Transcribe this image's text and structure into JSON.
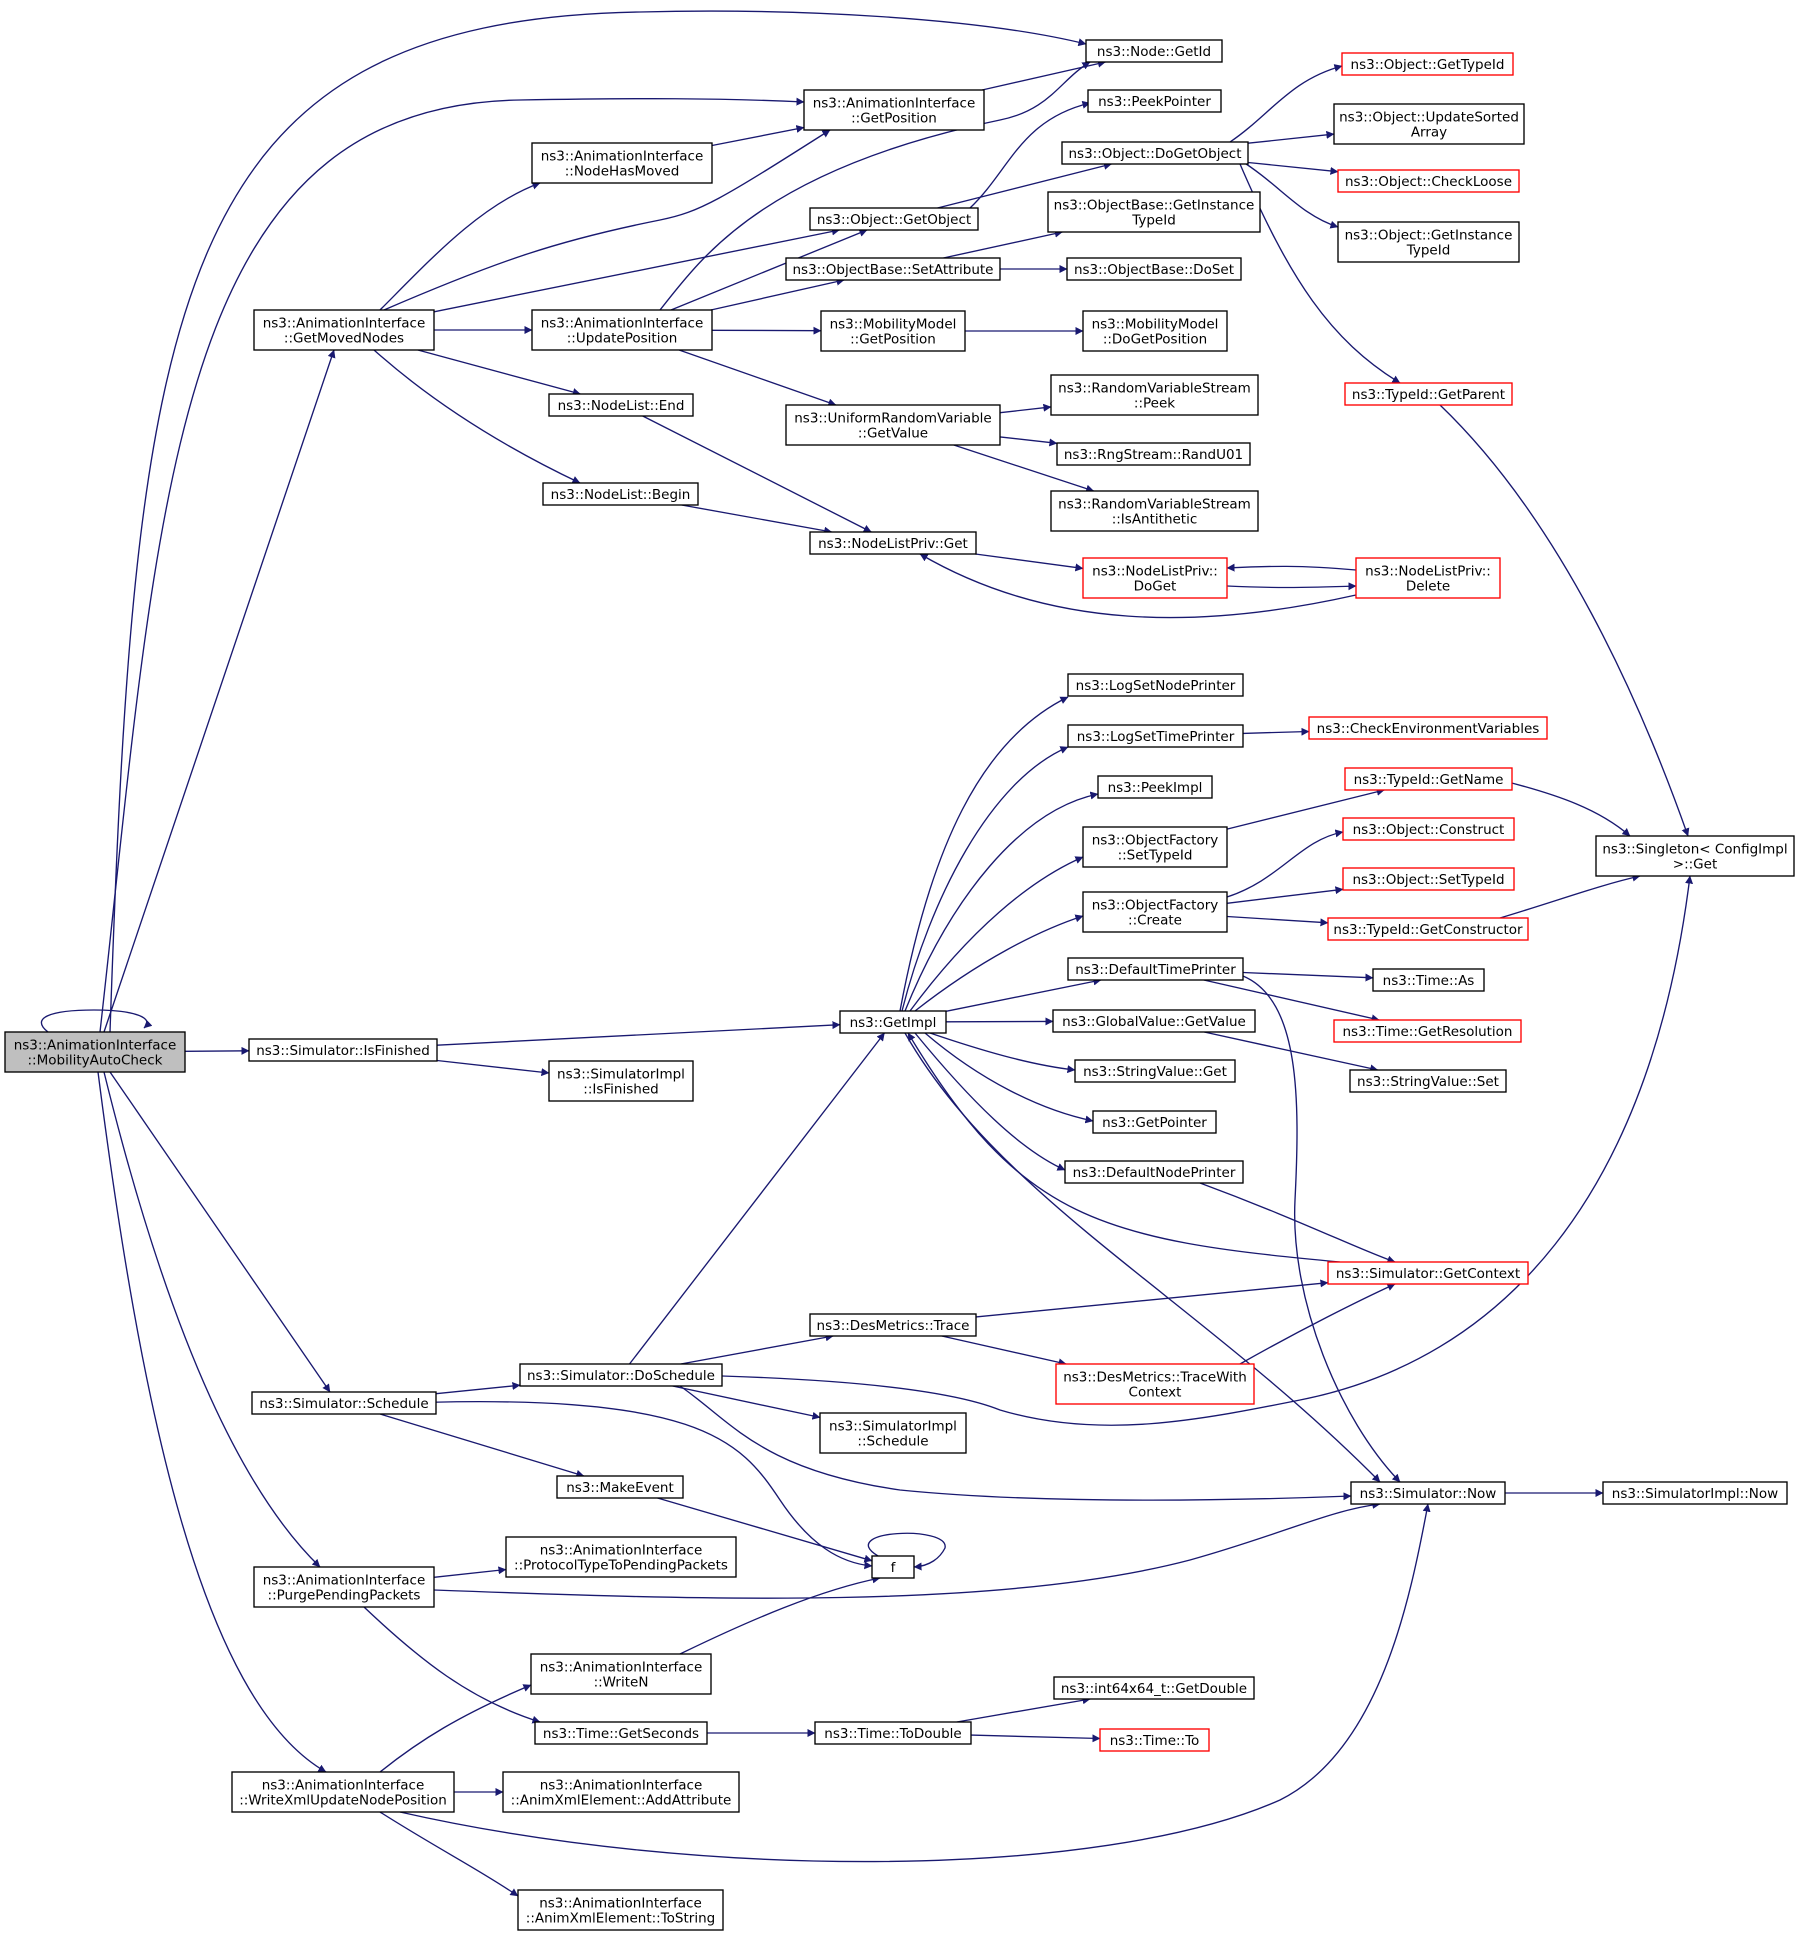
{
  "graph": {
    "colors": {
      "edge": "#191970",
      "node_border": "#000000",
      "node_border_truncated": "#ff0000",
      "root_fill": "#bfbfbf",
      "node_fill": "#ffffff"
    },
    "nodes": [
      {
        "id": "root",
        "lines": [
          "ns3::AnimationInterface",
          "::MobilityAutoCheck"
        ],
        "style": "root"
      },
      {
        "id": "getmovednodes",
        "lines": [
          "ns3::AnimationInterface",
          "::GetMovedNodes"
        ],
        "style": "normal"
      },
      {
        "id": "isfinished",
        "lines": [
          "ns3::Simulator::IsFinished"
        ],
        "style": "normal"
      },
      {
        "id": "schedule",
        "lines": [
          "ns3::Simulator::Schedule"
        ],
        "style": "normal"
      },
      {
        "id": "purgepending",
        "lines": [
          "ns3::AnimationInterface",
          "::PurgePendingPackets"
        ],
        "style": "normal"
      },
      {
        "id": "writexml",
        "lines": [
          "ns3::AnimationInterface",
          "::WriteXmlUpdateNodePosition"
        ],
        "style": "normal"
      },
      {
        "id": "nodehasmoved",
        "lines": [
          "ns3::AnimationInterface",
          "::NodeHasMoved"
        ],
        "style": "normal"
      },
      {
        "id": "updateposition",
        "lines": [
          "ns3::AnimationInterface",
          "::UpdatePosition"
        ],
        "style": "normal"
      },
      {
        "id": "nodelistend",
        "lines": [
          "ns3::NodeList::End"
        ],
        "style": "normal"
      },
      {
        "id": "nodelistbegin",
        "lines": [
          "ns3::NodeList::Begin"
        ],
        "style": "normal"
      },
      {
        "id": "anim_getposition",
        "lines": [
          "ns3::AnimationInterface",
          "::GetPosition"
        ],
        "style": "normal"
      },
      {
        "id": "object_getobject",
        "lines": [
          "ns3::Object::GetObject"
        ],
        "style": "normal"
      },
      {
        "id": "objectbase_setattribute",
        "lines": [
          "ns3::ObjectBase::SetAttribute"
        ],
        "style": "normal"
      },
      {
        "id": "mobility_getposition",
        "lines": [
          "ns3::MobilityModel",
          "::GetPosition"
        ],
        "style": "normal"
      },
      {
        "id": "uniform_getvalue",
        "lines": [
          "ns3::UniformRandomVariable",
          "::GetValue"
        ],
        "style": "normal"
      },
      {
        "id": "nodelistpriv_get",
        "lines": [
          "ns3::NodeListPriv::Get"
        ],
        "style": "normal"
      },
      {
        "id": "node_getid",
        "lines": [
          "ns3::Node::GetId"
        ],
        "style": "normal"
      },
      {
        "id": "peekpointer",
        "lines": [
          "ns3::PeekPointer"
        ],
        "style": "normal"
      },
      {
        "id": "object_dogetobject",
        "lines": [
          "ns3::Object::DoGetObject"
        ],
        "style": "normal"
      },
      {
        "id": "objectbase_getinstancetypeid",
        "lines": [
          "ns3::ObjectBase::GetInstance",
          "TypeId"
        ],
        "style": "normal"
      },
      {
        "id": "objectbase_doset",
        "lines": [
          "ns3::ObjectBase::DoSet"
        ],
        "style": "normal"
      },
      {
        "id": "mobility_dogetposition",
        "lines": [
          "ns3::MobilityModel",
          "::DoGetPosition"
        ],
        "style": "normal"
      },
      {
        "id": "rvs_peek",
        "lines": [
          "ns3::RandomVariableStream",
          "::Peek"
        ],
        "style": "normal"
      },
      {
        "id": "rngstream_randu01",
        "lines": [
          "ns3::RngStream::RandU01"
        ],
        "style": "normal"
      },
      {
        "id": "rvs_isantithetic",
        "lines": [
          "ns3::RandomVariableStream",
          "::IsAntithetic"
        ],
        "style": "normal"
      },
      {
        "id": "nodelistpriv_doget",
        "lines": [
          "ns3::NodeListPriv::",
          "DoGet"
        ],
        "style": "truncated"
      },
      {
        "id": "nodelistpriv_delete",
        "lines": [
          "ns3::NodeListPriv::",
          "Delete"
        ],
        "style": "truncated"
      },
      {
        "id": "object_gettypeid",
        "lines": [
          "ns3::Object::GetTypeId"
        ],
        "style": "truncated"
      },
      {
        "id": "object_updatesortedarray",
        "lines": [
          "ns3::Object::UpdateSorted",
          "Array"
        ],
        "style": "normal"
      },
      {
        "id": "object_checkloose",
        "lines": [
          "ns3::Object::CheckLoose"
        ],
        "style": "truncated"
      },
      {
        "id": "object_getinstancetypeid",
        "lines": [
          "ns3::Object::GetInstance",
          "TypeId"
        ],
        "style": "normal"
      },
      {
        "id": "typeid_getparent",
        "lines": [
          "ns3::TypeId::GetParent"
        ],
        "style": "truncated"
      },
      {
        "id": "simimpl_isfinished",
        "lines": [
          "ns3::SimulatorImpl",
          "::IsFinished"
        ],
        "style": "normal"
      },
      {
        "id": "getimpl",
        "lines": [
          "ns3::GetImpl"
        ],
        "style": "normal"
      },
      {
        "id": "logsetnodeprinter",
        "lines": [
          "ns3::LogSetNodePrinter"
        ],
        "style": "normal"
      },
      {
        "id": "logsettimeprinter",
        "lines": [
          "ns3::LogSetTimePrinter"
        ],
        "style": "normal"
      },
      {
        "id": "peekimpl",
        "lines": [
          "ns3::PeekImpl"
        ],
        "style": "normal"
      },
      {
        "id": "objectfactory_settypeid",
        "lines": [
          "ns3::ObjectFactory",
          "::SetTypeId"
        ],
        "style": "normal"
      },
      {
        "id": "objectfactory_create",
        "lines": [
          "ns3::ObjectFactory",
          "::Create"
        ],
        "style": "normal"
      },
      {
        "id": "defaulttimeprinter",
        "lines": [
          "ns3::DefaultTimePrinter"
        ],
        "style": "normal"
      },
      {
        "id": "globalvalue_getvalue",
        "lines": [
          "ns3::GlobalValue::GetValue"
        ],
        "style": "normal"
      },
      {
        "id": "stringvalue_get",
        "lines": [
          "ns3::StringValue::Get"
        ],
        "style": "normal"
      },
      {
        "id": "getpointer",
        "lines": [
          "ns3::GetPointer"
        ],
        "style": "normal"
      },
      {
        "id": "defaultnodeprinter",
        "lines": [
          "ns3::DefaultNodePrinter"
        ],
        "style": "normal"
      },
      {
        "id": "checkenvvars",
        "lines": [
          "ns3::CheckEnvironmentVariables"
        ],
        "style": "truncated"
      },
      {
        "id": "typeid_getname",
        "lines": [
          "ns3::TypeId::GetName"
        ],
        "style": "truncated"
      },
      {
        "id": "object_construct",
        "lines": [
          "ns3::Object::Construct"
        ],
        "style": "truncated"
      },
      {
        "id": "object_settypeid",
        "lines": [
          "ns3::Object::SetTypeId"
        ],
        "style": "truncated"
      },
      {
        "id": "typeid_getconstructor",
        "lines": [
          "ns3::TypeId::GetConstructor"
        ],
        "style": "truncated"
      },
      {
        "id": "singleton_get",
        "lines": [
          "ns3::Singleton< ConfigImpl",
          " >::Get"
        ],
        "style": "normal"
      },
      {
        "id": "time_as",
        "lines": [
          "ns3::Time::As"
        ],
        "style": "normal"
      },
      {
        "id": "time_getresolution",
        "lines": [
          "ns3::Time::GetResolution"
        ],
        "style": "truncated"
      },
      {
        "id": "stringvalue_set",
        "lines": [
          "ns3::StringValue::Set"
        ],
        "style": "normal"
      },
      {
        "id": "simulator_getcontext",
        "lines": [
          "ns3::Simulator::GetContext"
        ],
        "style": "truncated"
      },
      {
        "id": "desmetrics_trace",
        "lines": [
          "ns3::DesMetrics::Trace"
        ],
        "style": "normal"
      },
      {
        "id": "desmetrics_tracewithcontext",
        "lines": [
          "ns3::DesMetrics::TraceWith",
          "Context"
        ],
        "style": "truncated"
      },
      {
        "id": "doschedule",
        "lines": [
          "ns3::Simulator::DoSchedule"
        ],
        "style": "normal"
      },
      {
        "id": "simimpl_schedule",
        "lines": [
          "ns3::SimulatorImpl",
          "::Schedule"
        ],
        "style": "normal"
      },
      {
        "id": "simulator_now",
        "lines": [
          "ns3::Simulator::Now"
        ],
        "style": "normal"
      },
      {
        "id": "simimpl_now",
        "lines": [
          "ns3::SimulatorImpl::Now"
        ],
        "style": "normal"
      },
      {
        "id": "makeevent",
        "lines": [
          "ns3::MakeEvent"
        ],
        "style": "normal"
      },
      {
        "id": "f",
        "lines": [
          "f"
        ],
        "style": "normal"
      },
      {
        "id": "protocoltype",
        "lines": [
          "ns3::AnimationInterface",
          "::ProtocolTypeToPendingPackets"
        ],
        "style": "normal"
      },
      {
        "id": "writen",
        "lines": [
          "ns3::AnimationInterface",
          "::WriteN"
        ],
        "style": "normal"
      },
      {
        "id": "time_getseconds",
        "lines": [
          "ns3::Time::GetSeconds"
        ],
        "style": "normal"
      },
      {
        "id": "time_todouble",
        "lines": [
          "ns3::Time::ToDouble"
        ],
        "style": "normal"
      },
      {
        "id": "int64_getdouble",
        "lines": [
          "ns3::int64x64_t::GetDouble"
        ],
        "style": "normal"
      },
      {
        "id": "time_to",
        "lines": [
          "ns3::Time::To"
        ],
        "style": "truncated"
      },
      {
        "id": "addattribute",
        "lines": [
          "ns3::AnimationInterface",
          "::AnimXmlElement::AddAttribute"
        ],
        "style": "normal"
      },
      {
        "id": "tostring",
        "lines": [
          "ns3::AnimationInterface",
          "::AnimXmlElement::ToString"
        ],
        "style": "normal"
      }
    ],
    "edges": [
      [
        "root",
        "root"
      ],
      [
        "root",
        "node_getid"
      ],
      [
        "root",
        "anim_getposition"
      ],
      [
        "root",
        "getmovednodes"
      ],
      [
        "root",
        "isfinished"
      ],
      [
        "root",
        "schedule"
      ],
      [
        "root",
        "purgepending"
      ],
      [
        "root",
        "writexml"
      ],
      [
        "getmovednodes",
        "nodehasmoved"
      ],
      [
        "getmovednodes",
        "anim_getposition"
      ],
      [
        "getmovednodes",
        "object_getobject"
      ],
      [
        "getmovednodes",
        "updateposition"
      ],
      [
        "getmovednodes",
        "nodelistend"
      ],
      [
        "getmovednodes",
        "nodelistbegin"
      ],
      [
        "nodehasmoved",
        "anim_getposition"
      ],
      [
        "anim_getposition",
        "node_getid"
      ],
      [
        "updateposition",
        "node_getid"
      ],
      [
        "updateposition",
        "object_getobject"
      ],
      [
        "updateposition",
        "objectbase_setattribute"
      ],
      [
        "updateposition",
        "mobility_getposition"
      ],
      [
        "updateposition",
        "uniform_getvalue"
      ],
      [
        "object_getobject",
        "peekpointer"
      ],
      [
        "object_getobject",
        "object_dogetobject"
      ],
      [
        "objectbase_setattribute",
        "objectbase_getinstancetypeid"
      ],
      [
        "objectbase_setattribute",
        "objectbase_doset"
      ],
      [
        "mobility_getposition",
        "mobility_dogetposition"
      ],
      [
        "uniform_getvalue",
        "rvs_peek"
      ],
      [
        "uniform_getvalue",
        "rngstream_randu01"
      ],
      [
        "uniform_getvalue",
        "rvs_isantithetic"
      ],
      [
        "nodelistend",
        "nodelistpriv_get"
      ],
      [
        "nodelistbegin",
        "nodelistpriv_get"
      ],
      [
        "nodelistpriv_get",
        "nodelistpriv_doget"
      ],
      [
        "nodelistpriv_delete",
        "nodelistpriv_doget"
      ],
      [
        "nodelistpriv_doget",
        "nodelistpriv_delete"
      ],
      [
        "nodelistpriv_delete",
        "nodelistpriv_get"
      ],
      [
        "object_dogetobject",
        "object_gettypeid"
      ],
      [
        "object_dogetobject",
        "object_updatesortedarray"
      ],
      [
        "object_dogetobject",
        "object_checkloose"
      ],
      [
        "object_dogetobject",
        "object_getinstancetypeid"
      ],
      [
        "object_dogetobject",
        "typeid_getparent"
      ],
      [
        "typeid_getparent",
        "singleton_get"
      ],
      [
        "isfinished",
        "getimpl"
      ],
      [
        "isfinished",
        "simimpl_isfinished"
      ],
      [
        "getimpl",
        "logsetnodeprinter"
      ],
      [
        "getimpl",
        "logsettimeprinter"
      ],
      [
        "getimpl",
        "peekimpl"
      ],
      [
        "getimpl",
        "objectfactory_settypeid"
      ],
      [
        "getimpl",
        "objectfactory_create"
      ],
      [
        "getimpl",
        "defaulttimeprinter"
      ],
      [
        "getimpl",
        "globalvalue_getvalue"
      ],
      [
        "getimpl",
        "stringvalue_get"
      ],
      [
        "getimpl",
        "getpointer"
      ],
      [
        "getimpl",
        "defaultnodeprinter"
      ],
      [
        "getimpl",
        "simulator_now"
      ],
      [
        "logsettimeprinter",
        "checkenvvars"
      ],
      [
        "objectfactory_settypeid",
        "typeid_getname"
      ],
      [
        "objectfactory_create",
        "object_construct"
      ],
      [
        "objectfactory_create",
        "object_settypeid"
      ],
      [
        "objectfactory_create",
        "typeid_getconstructor"
      ],
      [
        "typeid_getname",
        "singleton_get"
      ],
      [
        "typeid_getconstructor",
        "singleton_get"
      ],
      [
        "defaulttimeprinter",
        "time_as"
      ],
      [
        "defaulttimeprinter",
        "time_getresolution"
      ],
      [
        "defaulttimeprinter",
        "simulator_now"
      ],
      [
        "globalvalue_getvalue",
        "stringvalue_set"
      ],
      [
        "defaultnodeprinter",
        "simulator_getcontext"
      ],
      [
        "simulator_getcontext",
        "getimpl"
      ],
      [
        "schedule",
        "doschedule"
      ],
      [
        "schedule",
        "makeevent"
      ],
      [
        "schedule",
        "f"
      ],
      [
        "doschedule",
        "getimpl"
      ],
      [
        "doschedule",
        "desmetrics_trace"
      ],
      [
        "doschedule",
        "singleton_get"
      ],
      [
        "doschedule",
        "simimpl_schedule"
      ],
      [
        "doschedule",
        "simulator_now"
      ],
      [
        "desmetrics_trace",
        "simulator_getcontext"
      ],
      [
        "desmetrics_trace",
        "desmetrics_tracewithcontext"
      ],
      [
        "desmetrics_tracewithcontext",
        "simulator_getcontext"
      ],
      [
        "simulator_now",
        "simimpl_now"
      ],
      [
        "makeevent",
        "f"
      ],
      [
        "f",
        "f"
      ],
      [
        "purgepending",
        "protocoltype"
      ],
      [
        "purgepending",
        "simulator_now"
      ],
      [
        "purgepending",
        "time_getseconds"
      ],
      [
        "writexml",
        "writen"
      ],
      [
        "writexml",
        "addattribute"
      ],
      [
        "writexml",
        "tostring"
      ],
      [
        "writexml",
        "simulator_now"
      ],
      [
        "writen",
        "f"
      ],
      [
        "time_getseconds",
        "time_todouble"
      ],
      [
        "time_todouble",
        "int64_getdouble"
      ],
      [
        "time_todouble",
        "time_to"
      ]
    ]
  }
}
